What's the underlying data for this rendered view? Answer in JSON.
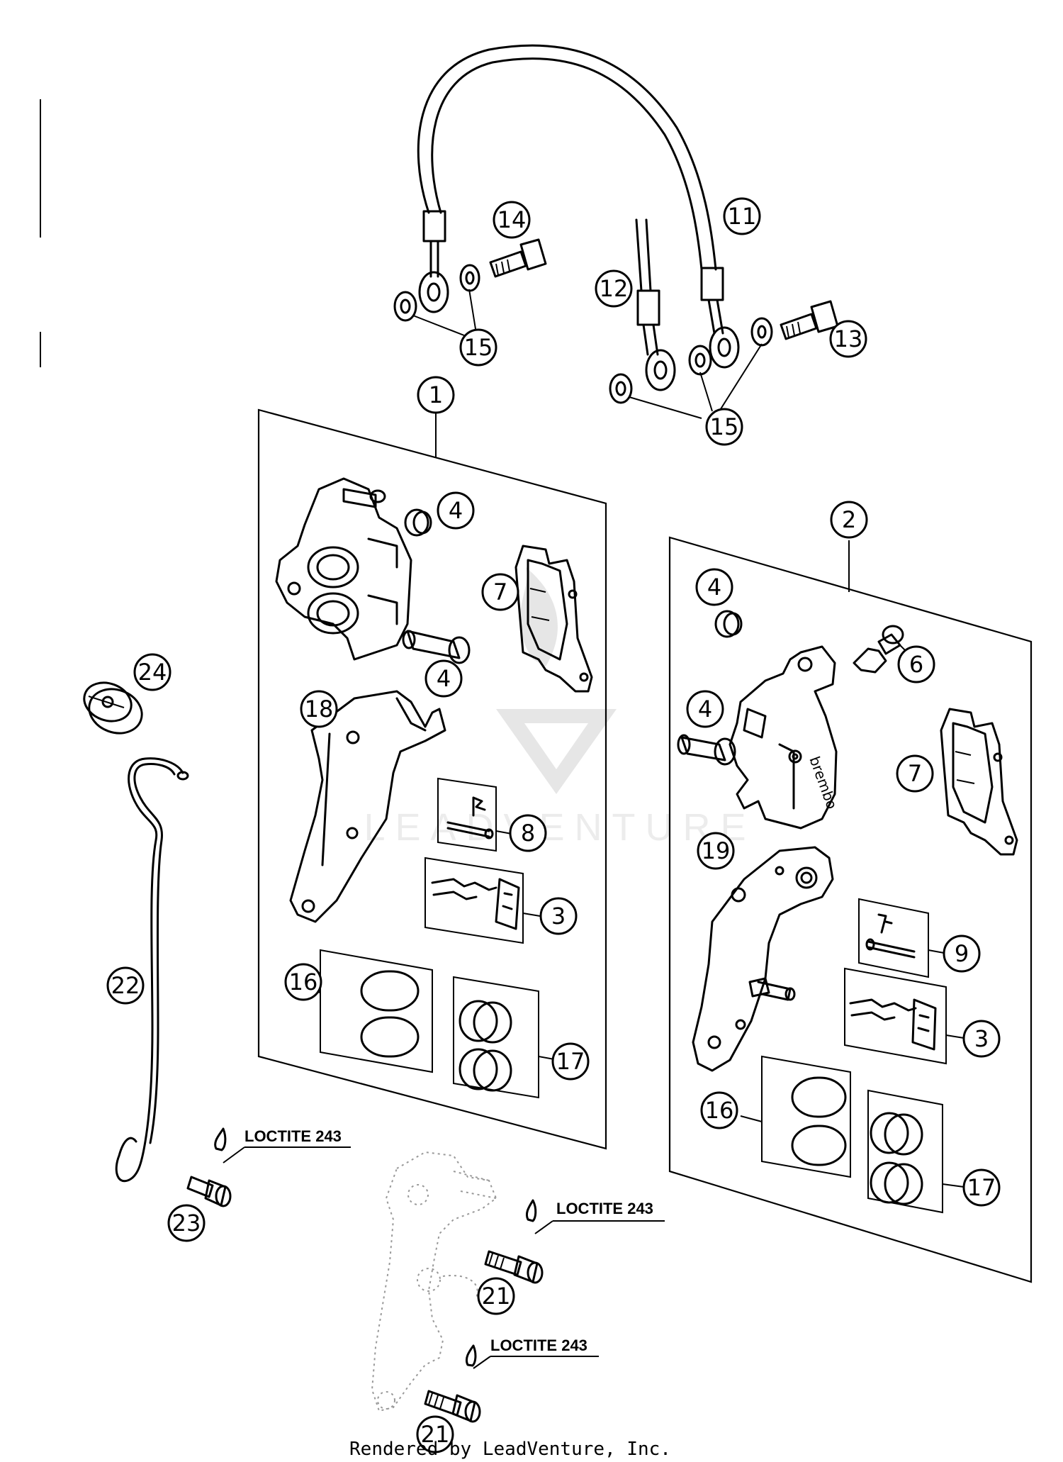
{
  "callouts": [
    "1",
    "2",
    "3",
    "3",
    "4",
    "4",
    "4",
    "4",
    "6",
    "7",
    "7",
    "8",
    "9",
    "11",
    "12",
    "13",
    "14",
    "15",
    "15",
    "16",
    "16",
    "17",
    "17",
    "18",
    "19",
    "21",
    "21",
    "22",
    "23",
    "24"
  ],
  "loctite": [
    "LOCTITE 243",
    "LOCTITE 243",
    "LOCTITE 243"
  ],
  "watermark": "LEADVENTURE",
  "footer": "Rendered by LeadVenture, Inc.",
  "caliper_brand": "brembo"
}
